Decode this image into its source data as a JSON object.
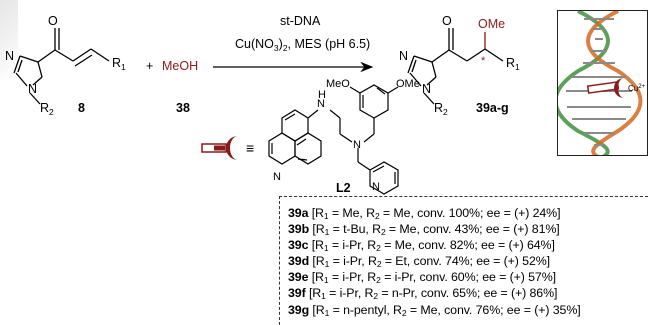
{
  "conditions": {
    "line1": "st-DNA",
    "line2": "Cu(NO",
    "line2_sub1": "3",
    "line2_mid": ")",
    "line2_sub2": "2",
    "line2_end": ", MES (pH 6.5)"
  },
  "reactants": {
    "substrate_label": "8",
    "reagent_text": "MeOH",
    "reagent_label": "38",
    "r1": "R",
    "r1_sub": "1",
    "r2": "R",
    "r2_sub": "2",
    "plus": "+"
  },
  "product": {
    "label": "39a-g",
    "ome": "OMe",
    "star": "*"
  },
  "ligand": {
    "label": "L2",
    "meo": "MeO",
    "ome": "OMe",
    "nh_n": "N",
    "nh_h": "H",
    "amine_n": "N",
    "equiv": "≡"
  },
  "dna": {
    "cu_label": "Cu",
    "cu_charge": "2+"
  },
  "results": [
    {
      "id": "39a",
      "r1": "Me",
      "r2": "Me",
      "conv": "100%",
      "ee": "(+) 24%"
    },
    {
      "id": "39b",
      "r1": "t-Bu",
      "r2": "Me",
      "conv": "43%",
      "ee": "(+) 81%"
    },
    {
      "id": "39c",
      "r1": "i-Pr",
      "r2": "Me",
      "conv": "82%",
      "ee": "(+) 64%"
    },
    {
      "id": "39d",
      "r1": "i-Pr",
      "r2": "Et",
      "conv": "74%",
      "ee": "(+) 52%"
    },
    {
      "id": "39e",
      "r1": "i-Pr",
      "r2": "i-Pr",
      "conv": "60%",
      "ee": "(+) 57%"
    },
    {
      "id": "39f",
      "r1": "i-Pr",
      "r2": "n-Pr",
      "conv": "65%",
      "ee": "(+) 86%"
    },
    {
      "id": "39g",
      "r1": "n-pentyl",
      "r2": "Me",
      "conv": "76%",
      "ee": "(+) 35%"
    }
  ],
  "colors": {
    "accent": "#8b1a1a",
    "text": "#000000",
    "dna_green": "#3f8f3f",
    "dna_orange": "#d2691e"
  }
}
